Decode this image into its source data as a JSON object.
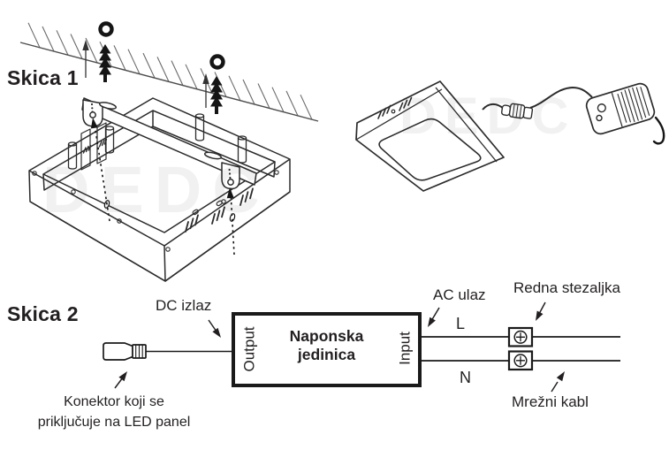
{
  "colors": {
    "ink": "#231f20",
    "line": "#2b2b2b",
    "hatch": "#6a6a6a",
    "background": "#ffffff",
    "watermark_tint": "#f0f0f0"
  },
  "figure1": {
    "title": "Skica 1",
    "watermark": "DEDC"
  },
  "figure2": {
    "title": "Skica 2",
    "dc_output": "DC izlaz",
    "connector_note_line1": "Konektor koji se",
    "connector_note_line2": "priključuje na LED panel",
    "power_unit_line1": "Naponska",
    "power_unit_line2": "jedinica",
    "output_port": "Output",
    "input_port": "Input",
    "ac_input": "AC ulaz",
    "live": "L",
    "neutral": "N",
    "terminal": "Redna stezaljka",
    "mains_cable": "Mrežni kabl"
  }
}
